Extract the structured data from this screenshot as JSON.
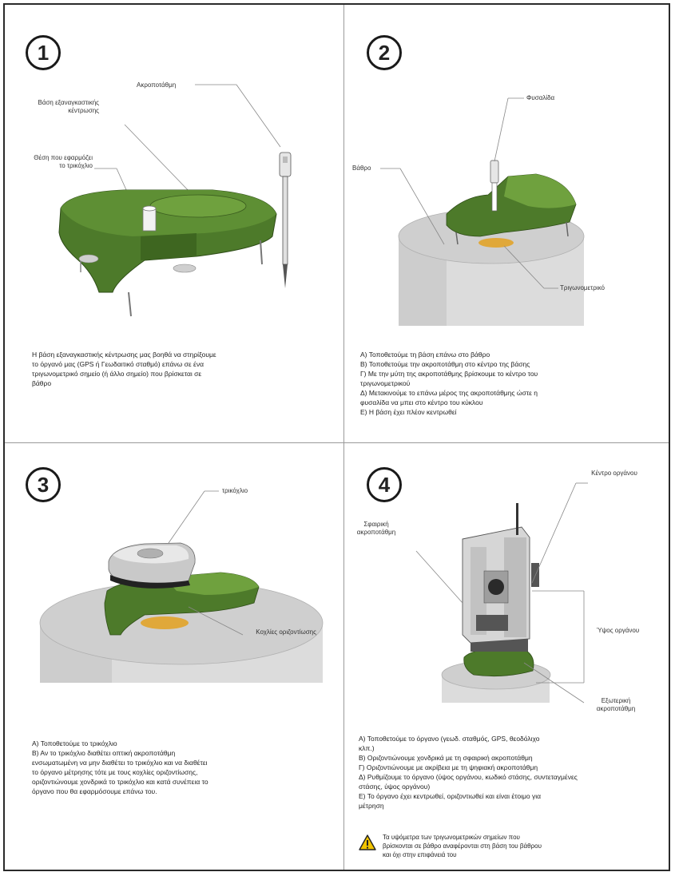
{
  "panels": [
    {
      "number": "1",
      "labels": {
        "plummet": "Ακροποτάθμη",
        "base": "Βάση εξαναγκαστικής κέντρωσης",
        "tribrach_seat": "Θέση που εφαρμόζει το τρικόχλιο"
      },
      "description": [
        "Η βάση εξαναγκαστικής κέντρωσης μας βοηθά να στηρίξουμε",
        "το όργανό μας (GPS ή Γεωδαιτικό σταθμό) επάνω σε ένα",
        "τριγωνομετρικό σημείο (ή άλλο σημείο) που βρίσκεται σε",
        "βάθρο"
      ]
    },
    {
      "number": "2",
      "labels": {
        "level": "Φυσαλίδα",
        "pillar": "Βάθρο",
        "trig_point": "Τριγωνομετρικό"
      },
      "description": [
        "Α) Τοποθετούμε τη βάση επάνω στο βάθρο",
        "Β) Τοποθετούμε την ακροποτάθμη στο κέντρο της βάσης",
        "Γ) Με την μύτη της ακροποτάθμης βρίσκουμε το κέντρο του",
        "τριγωνομετρικού",
        "Δ) Μετακινούμε το επάνω μέρος της ακροποτάθμης ώστε η",
        "φυσαλίδα να μπει στο κέντρο του κύκλου",
        "Ε) Η βάση έχει πλέον κεντρωθεί"
      ]
    },
    {
      "number": "3",
      "labels": {
        "tribrach": "τρικόχλιο",
        "leveling_screws": "Κοχλίες οριζοντίωσης"
      },
      "description": [
        "Α) Τοποθετούμε το τρικόχλιο",
        "Β) Αν το τρικόχλιο διαθέτει οπτική ακροποτάθμη",
        "ενσωματωμένη να μην διαθέτει το τρικόχλιο και να διαθέτει",
        "το όργανο μέτρησης τότε με τους κοχλίες οριζοντίωσης,",
        "οριζοντιώνουμε χονδρικά το τρικόχλιο και κατά συνέπεια το",
        "όργανο που θα εφαρμόσουμε επάνω του."
      ]
    },
    {
      "number": "4",
      "labels": {
        "instrument_center": "Κέντρο οργάνου",
        "circular_level": "Σφαιρική ακροποτάθμη",
        "instrument_height": "Ύψος οργάνου",
        "external_level": "Εξωτερική ακροποτάθμη"
      },
      "description": [
        "Α) Τοποθετούμε το όργανο (γεωδ. σταθμός, GPS, θεοδόλιχο",
        "κλπ.)",
        "Β) Οριζοντιώνουμε χονδρικά με τη σφαιρική ακροποτάθμη",
        "Γ) Οριζοντιώνουμε με ακρίβεια με τη ψηφιακή ακροποτάθμη",
        "Δ) Ρυθμίζουμε το όργανο (ύψος οργάνου, κωδικό στάσης, συντεταγμένες",
        "στάσης, ύψος οργάνου)",
        "Ε) Το όργανο έχει κεντρωθεί, οριζοντιωθεί και είναι έτοιμο για",
        "μέτρηση"
      ],
      "warning": [
        "Τα υψόμετρα των τριγωνομετρικών σημείων που",
        "βρίσκονται σε βάθρο αναφέρονται στη βάση του βάθρου",
        "και όχι στην επιφάνειά του"
      ]
    }
  ]
}
